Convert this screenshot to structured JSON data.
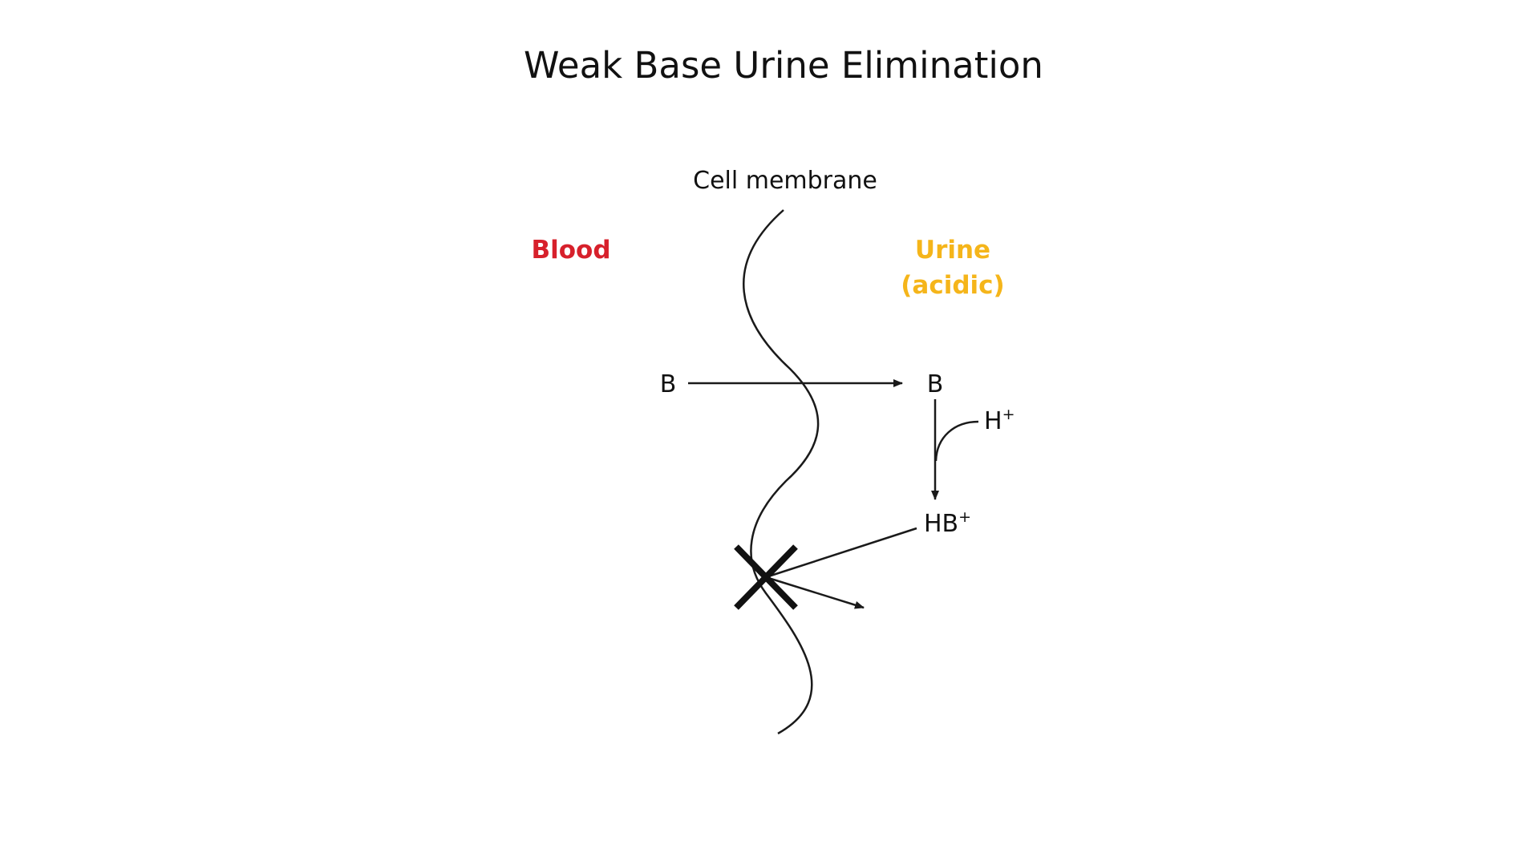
{
  "title": "Weak Base Urine Elimination",
  "labels": {
    "membrane": "Cell membrane",
    "blood": "Blood",
    "urine_line1": "Urine",
    "urine_line2": "(acidic)",
    "base_blood": "B",
    "base_urine": "B",
    "proton": "H",
    "proton_charge": "+",
    "protonated_base": "HB",
    "protonated_charge": "+"
  },
  "colors": {
    "blood": "#d7202b",
    "urine": "#f5b51a",
    "ink": "#1a1a1a"
  }
}
